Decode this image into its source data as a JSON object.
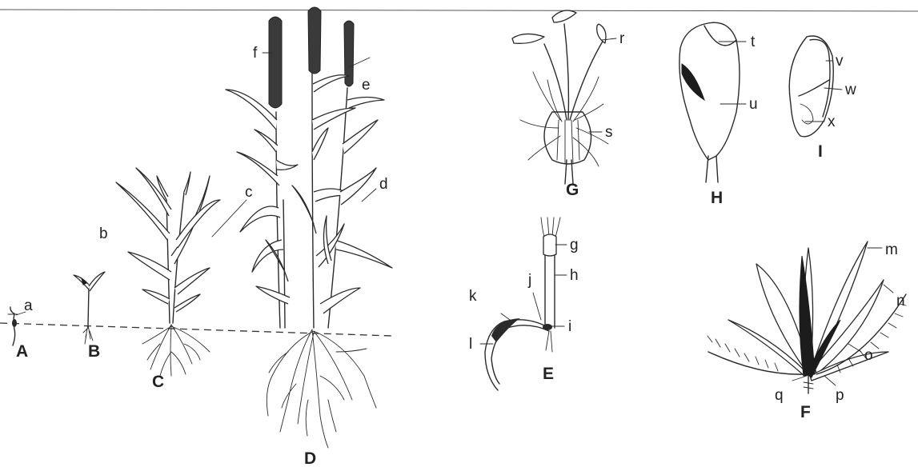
{
  "stages": [
    "A",
    "B",
    "C",
    "D",
    "E",
    "F",
    "G",
    "H",
    "I"
  ],
  "labels": [
    "a",
    "b",
    "c",
    "d",
    "e",
    "f",
    "g",
    "h",
    "i",
    "j",
    "k",
    "l",
    "m",
    "n",
    "o",
    "p",
    "q",
    "r",
    "s",
    "t",
    "u",
    "v",
    "w",
    "x"
  ]
}
